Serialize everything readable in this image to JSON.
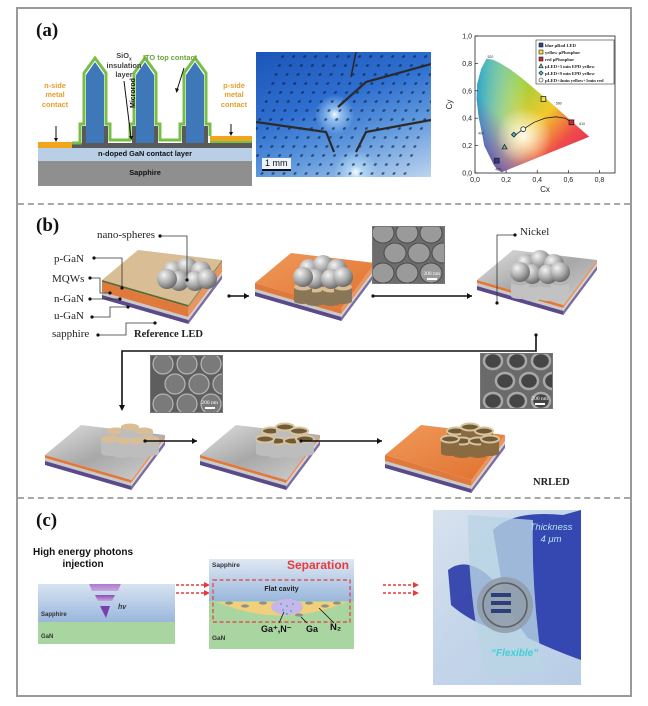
{
  "panels": {
    "a": {
      "label": "(a)",
      "diagram": {
        "labels": {
          "sio": "SiO",
          "sio_sub": "x",
          "insulation": "insulation",
          "layer": "layer",
          "ito": "ITO top contact",
          "n_side": [
            "n-side",
            "metal",
            "contact"
          ],
          "p_side": [
            "p-side",
            "metal",
            "contact"
          ],
          "microrod": "Microrod",
          "contact_layer": "n-doped GaN contact layer",
          "substrate": "Sapphire"
        },
        "colors": {
          "rod": "#3f78b8",
          "ito": "#78bf4a",
          "insulation": "#5a5a5a",
          "metal": "#f0a51c",
          "contact_layer": "#b9cfe6",
          "sapphire": "#8f8f8f"
        }
      },
      "photo": {
        "scale_bar": "1 mm"
      }
    },
    "b": {
      "label": "(b)",
      "layer_labels": [
        "nano-spheres",
        "p-GaN",
        "MQWs",
        "n-GaN",
        "u-GaN",
        "sapphire"
      ],
      "reference_label": "Reference LED",
      "nickel_label": "Nickel",
      "final_label": "NRLED",
      "sem_scale": "200 nm",
      "colors": {
        "pgan": "#d9bd94",
        "ngan": "#e07a3c",
        "mqw": "#5b6b33",
        "ugan": "#c9c9c9",
        "sapphire": "#5a4a8a",
        "nickel": "#bcbcbc"
      }
    },
    "c": {
      "label": "(c)",
      "title_line1": "High energy photons",
      "title_line2": "injection",
      "left": {
        "hv": "hv",
        "sapphire": "Sapphire",
        "gan": "GaN"
      },
      "mid": {
        "sapphire": "Sapphire",
        "separation": "Separation",
        "cavity": "Flat cavity",
        "gan": "GaN",
        "ions": "Ga⁺,N⁻",
        "ga": "Ga",
        "n2": "N₂"
      },
      "photo": {
        "thickness_line1": "Thickness",
        "thickness_line2": "4 μm",
        "flexible": "“Flexible”"
      }
    }
  },
  "chart_data": {
    "type": "scatter",
    "title": "",
    "xlabel": "Cx",
    "ylabel": "Cy",
    "xlim": [
      0.0,
      0.9
    ],
    "ylim": [
      0.0,
      1.0
    ],
    "xticks": [
      "0,0",
      "0,2",
      "0,4",
      "0,6",
      "0,8"
    ],
    "yticks": [
      "0,0",
      "0,2",
      "0,4",
      "0,6",
      "0,8",
      "1,0"
    ],
    "wavelength_labels": [
      {
        "label": "520",
        "x": 0.08,
        "y": 0.84
      },
      {
        "label": "580",
        "x": 0.52,
        "y": 0.5
      },
      {
        "label": "610",
        "x": 0.67,
        "y": 0.35
      },
      {
        "label": "490",
        "x": 0.02,
        "y": 0.28
      },
      {
        "label": "460",
        "x": 0.13,
        "y": 0.02
      }
    ],
    "legend_position": "top-right",
    "series": [
      {
        "name": "blue μRod LED",
        "marker": "square",
        "color": "#2c3e8c",
        "x": [
          0.14
        ],
        "y": [
          0.09
        ]
      },
      {
        "name": "yellow μPhosphor",
        "marker": "square",
        "color": "#f2e23a",
        "x": [
          0.44
        ],
        "y": [
          0.54
        ]
      },
      {
        "name": "red μPhosphor",
        "marker": "square",
        "color": "#d0263a",
        "x": [
          0.62
        ],
        "y": [
          0.37
        ]
      },
      {
        "name": "μLED+3 min EPD yellow",
        "marker": "triangle",
        "color": "#5ec9c0",
        "x": [
          0.19
        ],
        "y": [
          0.19
        ]
      },
      {
        "name": "μLED+9 min EPD yellow",
        "marker": "diamond",
        "color": "#49b4d6",
        "x": [
          0.25
        ],
        "y": [
          0.28
        ]
      },
      {
        "name": "μLED+4min yellow+1min red",
        "marker": "circle",
        "color": "#ffffff",
        "x": [
          0.31
        ],
        "y": [
          0.32
        ]
      }
    ],
    "planckian_locus": {
      "x": [
        0.25,
        0.31,
        0.38,
        0.45,
        0.52,
        0.58,
        0.62
      ],
      "y": [
        0.27,
        0.32,
        0.37,
        0.4,
        0.41,
        0.4,
        0.37
      ]
    }
  }
}
